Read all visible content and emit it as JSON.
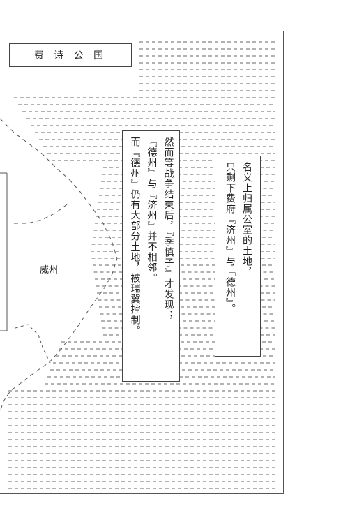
{
  "title": "费 诗 公 国",
  "box_middle": {
    "columns": [
      "然而等战争结束后，『季慎子』才发现；",
      "『德州』与『济州』并不相邻。",
      "而『德州』仍有大部分土地，被瑞冀控制。"
    ]
  },
  "box_right": {
    "columns": [
      "名义上归属公室的土地，",
      "只剩下费府『济州』与『德州』。"
    ]
  },
  "map_label": "威州"
}
